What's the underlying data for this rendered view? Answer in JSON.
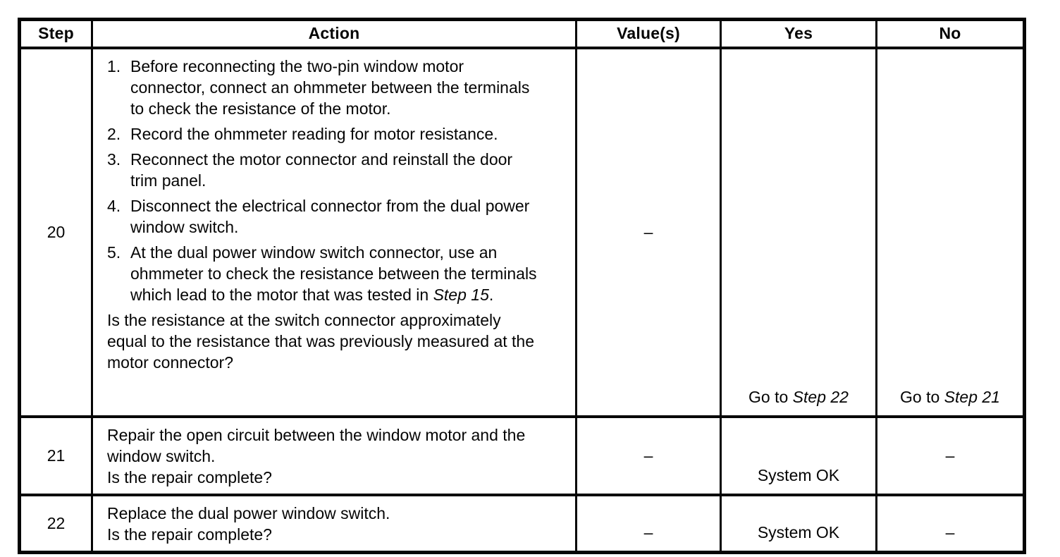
{
  "table": {
    "headers": [
      "Step",
      "Action",
      "Value(s)",
      "Yes",
      "No"
    ],
    "rows": [
      {
        "step": "20",
        "action_items": [
          {
            "num": "1.",
            "text": "Before reconnecting the two-pin window motor connector, connect an ohmmeter between the terminals to check the resistance of the motor."
          },
          {
            "num": "2.",
            "text": "Record the ohmmeter reading for motor resistance."
          },
          {
            "num": "3.",
            "text": "Reconnect the motor connector and reinstall the door trim panel."
          },
          {
            "num": "4.",
            "text": "Disconnect the electrical connector from the dual power window switch."
          },
          {
            "num": "5.",
            "text": "At the dual power window switch connector, use an ohmmeter to check the resistance between the terminals which lead to the motor that was tested in ",
            "step_ref": "Step 15",
            "suffix": "."
          }
        ],
        "question": "Is the resistance at the switch connector approximately equal to the resistance that was previously measured at the motor connector?",
        "value": "–",
        "yes": {
          "prefix": "Go to ",
          "step_ref": "Step 22"
        },
        "no": {
          "prefix": "Go to ",
          "step_ref": "Step 21"
        }
      },
      {
        "step": "21",
        "statement": "Repair the open circuit between the window motor and the window switch.",
        "question": "Is the repair complete?",
        "value": "–",
        "yes": {
          "text": "System OK"
        },
        "no": {
          "text": "–"
        }
      },
      {
        "step": "22",
        "statement": "Replace the dual power window switch.",
        "question": "Is the repair complete?",
        "value": "–",
        "yes": {
          "text": "System OK"
        },
        "no": {
          "text": "–"
        }
      }
    ]
  }
}
